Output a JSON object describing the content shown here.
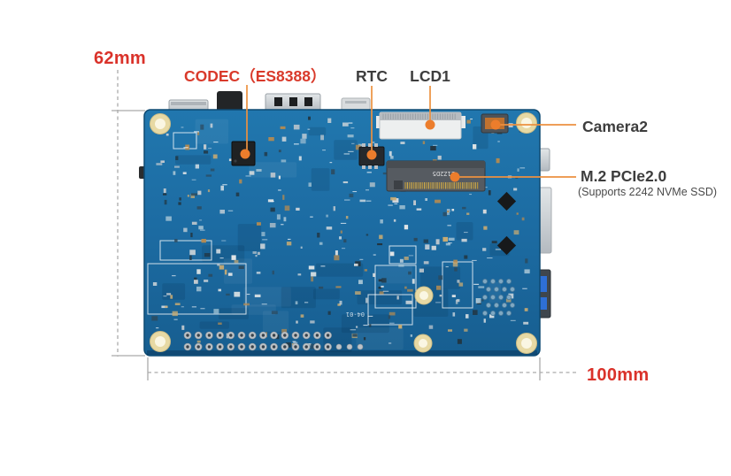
{
  "figure": {
    "description": "Back view of a blue single-board-computer PCB with dimension lines and component callouts"
  },
  "dimension_labels": {
    "height": "62mm",
    "width": "100mm"
  },
  "callouts": {
    "codec": {
      "label": "CODEC（ES8388）"
    },
    "rtc": {
      "label": "RTC"
    },
    "lcd1": {
      "label": "LCD1"
    },
    "camera2": {
      "label": "Camera2"
    },
    "m2": {
      "label": "M.2 PCIe2.0",
      "sublabel": "(Supports 2242 NVMe SSD)"
    }
  },
  "board_markings": {
    "m2_slot": "21Z2D5",
    "date_code": "04-01"
  },
  "colors": {
    "label_red": "#da322a",
    "label_dark": "#3d3d3d",
    "leader_orange": "#ec8a3c",
    "dimension_gray": "#ababab",
    "pcb_blue": "#1d6da1",
    "mount_hole_ring": "#e7d9a4"
  }
}
